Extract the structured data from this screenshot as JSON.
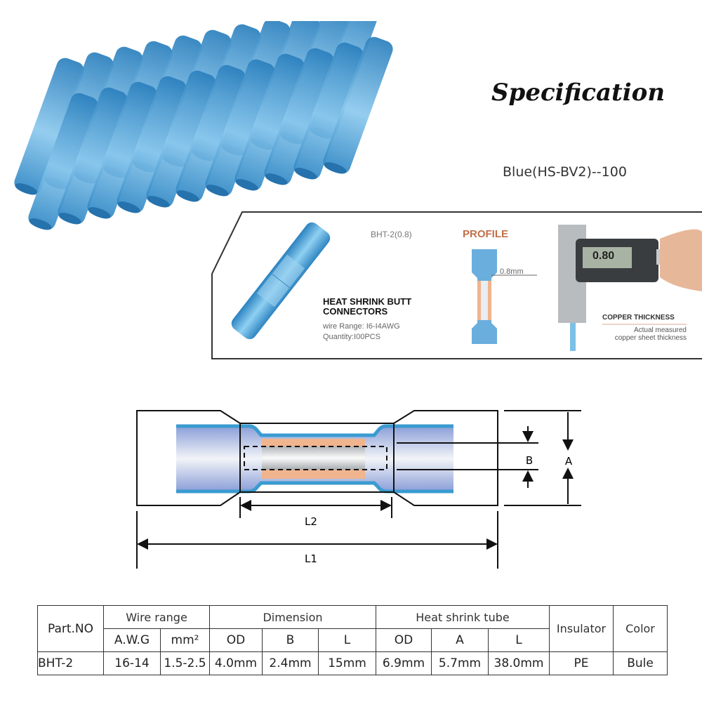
{
  "heading": {
    "title": "Specification",
    "variant": "Blue(HS-BV2)--100"
  },
  "profile_panel": {
    "model": "BHT-2(0.8)",
    "profile_label": "PROFILE",
    "thickness_label": "0.8mm",
    "product_name_line1": "HEAT SHRINK BUTT",
    "product_name_line2": "CONNECTORS",
    "wire_range": "wire Range: I6-I4AWG",
    "quantity": "Quantity:I00PCS",
    "caliper_reading": "0.80",
    "copper_title": "COPPER THICKNESS",
    "copper_desc_line1": "Actual measured",
    "copper_desc_line2": "copper sheet thickness"
  },
  "diagram": {
    "labels": {
      "B": "B",
      "A": "A",
      "L2": "L2",
      "L1": "L1"
    }
  },
  "table": {
    "header_top": {
      "part": "Part.NO",
      "wire": "Wire range",
      "dimension": "Dimension",
      "tube": "Heat shrink tube",
      "insulator": "Insulator",
      "color": "Color"
    },
    "header_sub": [
      "A.W.G",
      "mm²",
      "OD",
      "B",
      "L",
      "OD",
      "A",
      "L"
    ],
    "rows": [
      [
        "BHT-2",
        "16-14",
        "1.5-2.5",
        "4.0mm",
        "2.4mm",
        "15mm",
        "6.9mm",
        "5.7mm",
        "38.0mm",
        "PE",
        "Bule"
      ]
    ]
  },
  "colors": {
    "tube_blue": "#4aa3d8",
    "copper": "#f0b48e",
    "profile_accent": "#c0704a"
  }
}
